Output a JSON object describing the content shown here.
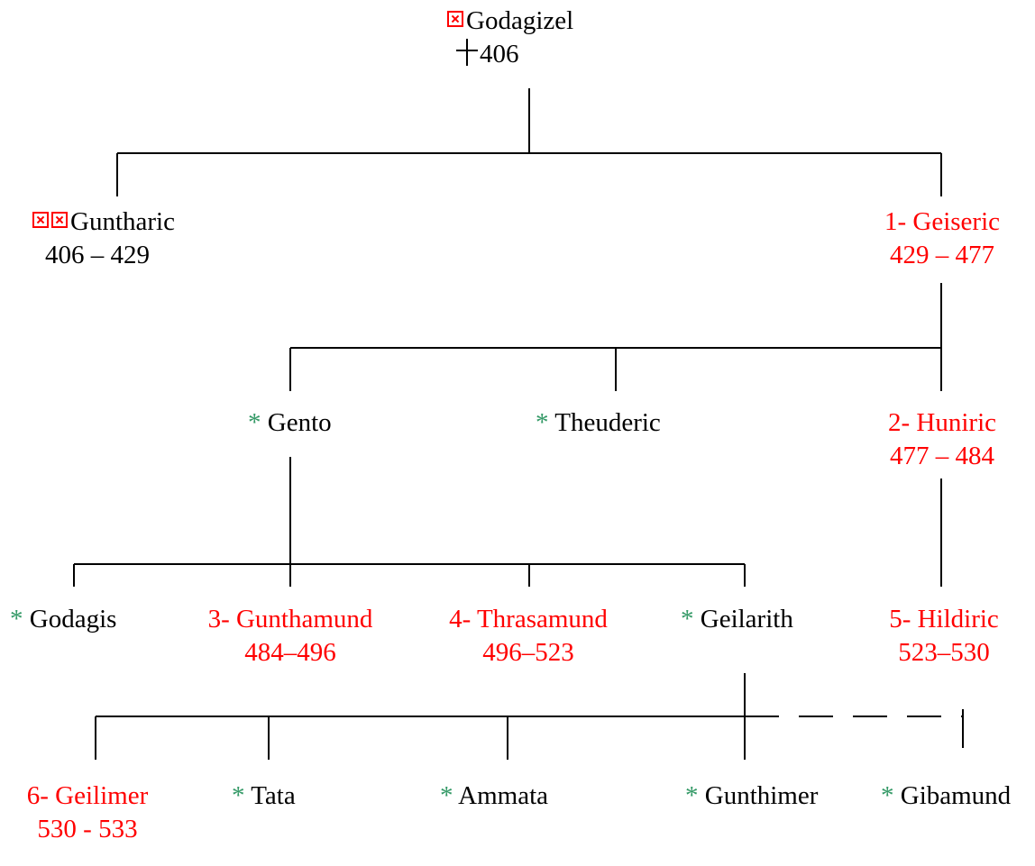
{
  "colors": {
    "ruler": "#ff0000",
    "other": "#339966",
    "text": "#000000",
    "lines": "#000000"
  },
  "icons": {
    "unknown_marker": "x-box-icon",
    "death_marker": "dagger-icon"
  },
  "root": {
    "name": "Godagizel",
    "death": "406"
  },
  "generation1": {
    "guntharic": {
      "name": "Guntharic",
      "reign": "406 – 429"
    },
    "geiseric": {
      "name": "1- Geiseric",
      "reign": "429 – 477"
    }
  },
  "generation2": {
    "gento": {
      "star": "*",
      "name": "Gento"
    },
    "theuderic": {
      "star": "*",
      "name": "Theuderic"
    },
    "huniric": {
      "name": "2- Huniric",
      "reign": "477 – 484"
    }
  },
  "generation3": {
    "godagis": {
      "star": "*",
      "name": "Godagis"
    },
    "gunthamund": {
      "name": "3- Gunthamund",
      "reign": "484–496"
    },
    "thrasamund": {
      "name": "4- Thrasamund",
      "reign": "496–523"
    },
    "geilarith": {
      "star": "*",
      "name": "Geilarith"
    },
    "hildiric": {
      "name": "5- Hildiric",
      "reign": "523–530"
    }
  },
  "generation4": {
    "geilimer": {
      "name": "6- Geilimer",
      "reign": "530 - 533"
    },
    "tata": {
      "star": "*",
      "name": "Tata"
    },
    "ammata": {
      "star": "*",
      "name": "Ammata"
    },
    "gunthimer": {
      "star": "*",
      "name": "Gunthimer"
    },
    "gibamund": {
      "star": "*",
      "name": "Gibamund"
    }
  }
}
